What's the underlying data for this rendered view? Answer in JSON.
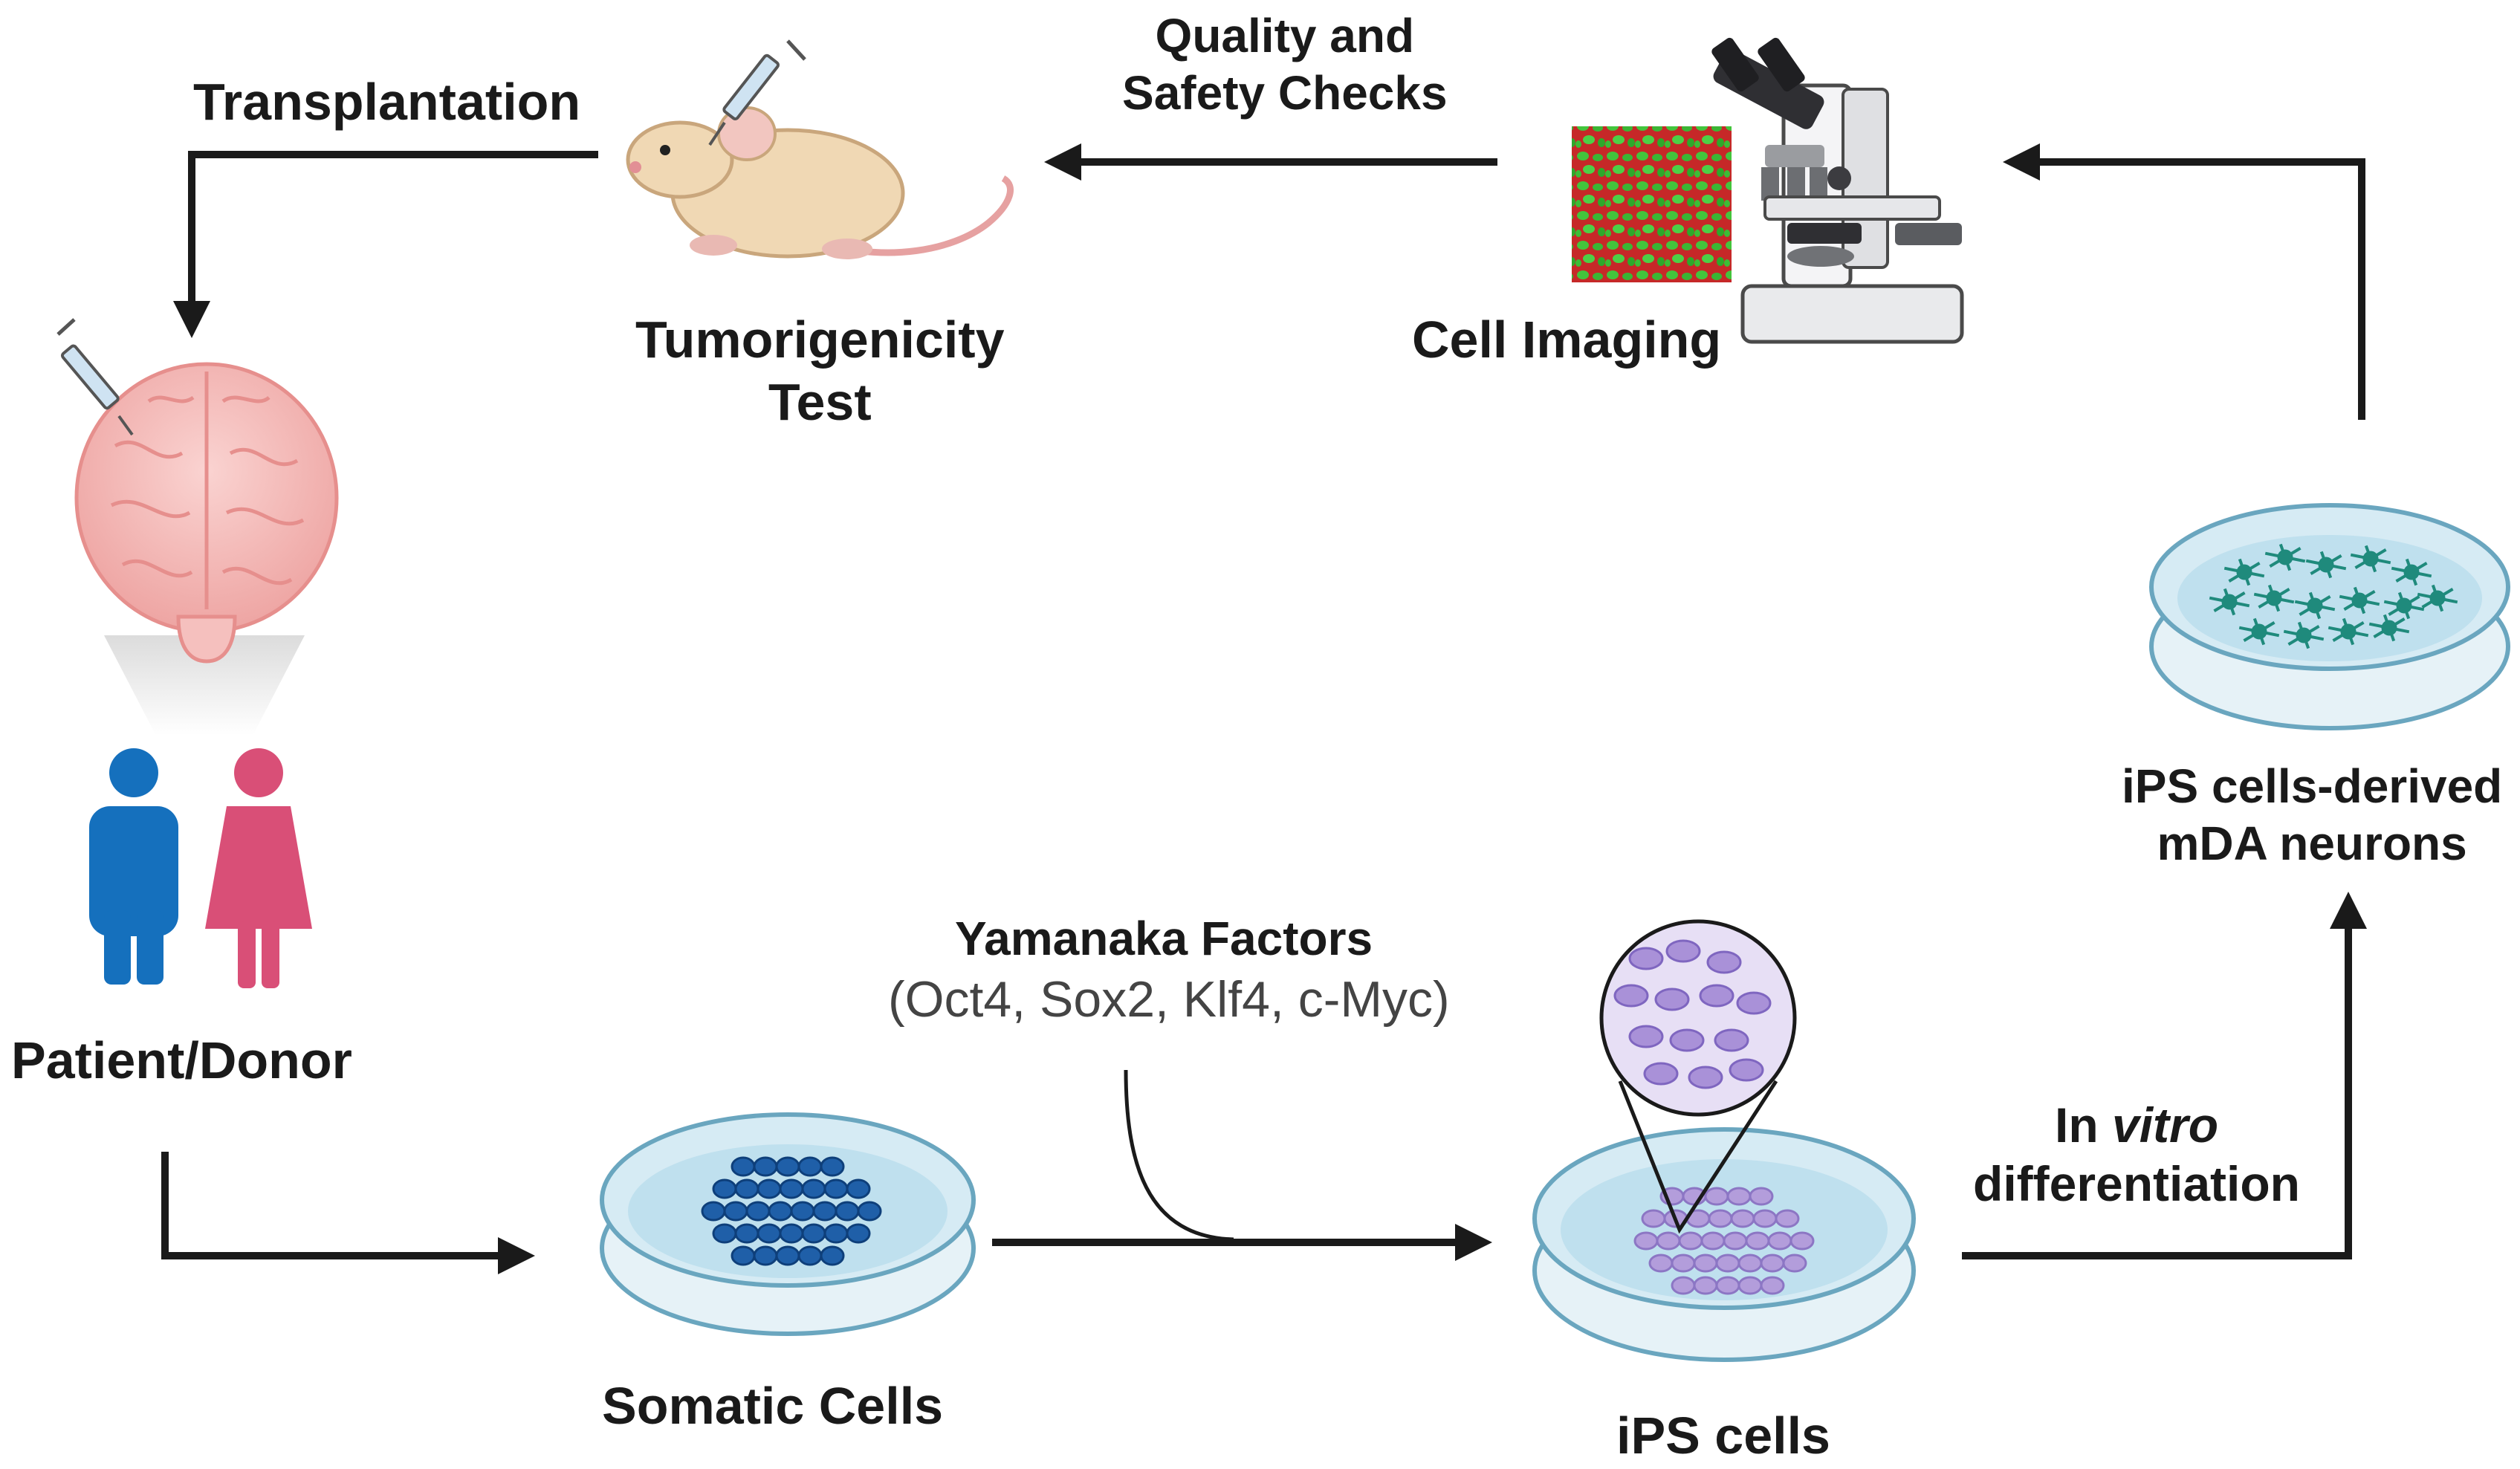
{
  "colors": {
    "arrow": "#1a1a1a",
    "brain": "#f3b6b4",
    "male": "#1570bd",
    "female": "#d94f77",
    "somatic_cell": "#1f5fa8",
    "ips_cell": "#b39ddb",
    "neuron": "#1f8a7c",
    "dish_medium": "#cfe8f1",
    "imaging_red": "#d32f2f",
    "imaging_green": "#3ec43a"
  },
  "labels": {
    "transplantation": "Transplantation",
    "quality_line1": "Quality and",
    "quality_line2": "Safety Checks",
    "tumor_line1": "Tumorigenicity",
    "tumor_line2": "Test",
    "cell_imaging": "Cell Imaging",
    "neurons_line1": "iPS cells-derived",
    "neurons_line2": "mDA neurons",
    "patient_donor": "Patient/Donor",
    "yamanaka_title": "Yamanaka Factors",
    "yamanaka_factors": "(Oct4, Sox2, Klf4, c-Myc)",
    "somatic_cells": "Somatic Cells",
    "ips_cells": "iPS cells",
    "in": "In",
    "vitro": "vitro",
    "differentiation": "differentiation"
  },
  "icons": {
    "brain": "brain-icon",
    "syringe": "syringe-icon",
    "mouse": "mouse-icon",
    "microscope": "microscope-icon",
    "imaging": "fluorescence-image-icon",
    "male": "male-person-icon",
    "female": "female-person-icon",
    "dish": "petri-dish-icon"
  }
}
